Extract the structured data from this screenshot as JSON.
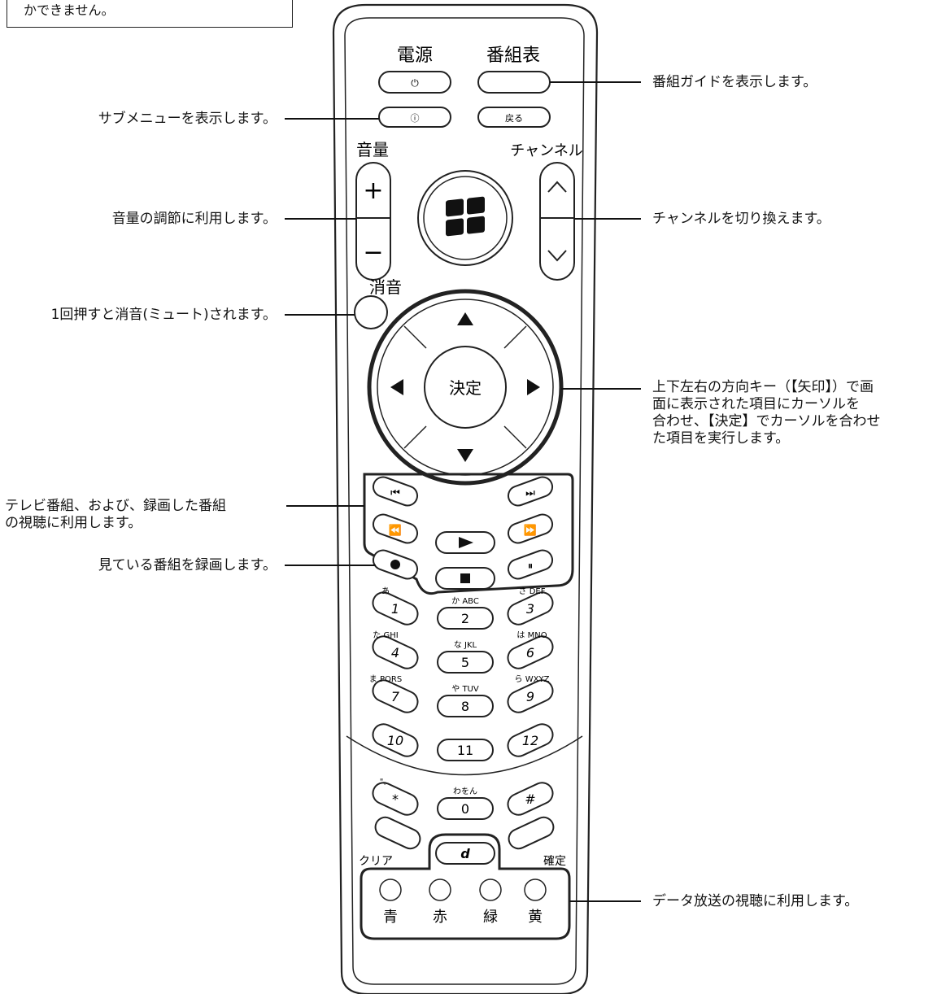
{
  "top_note": "かできません。",
  "buttons": {
    "power": "電源",
    "guide": "番組表",
    "back": "戻る",
    "volume": "音量",
    "channel": "チャンネル",
    "mute": "消音",
    "ok": "決定",
    "clear": "クリア",
    "confirm": "確定",
    "blue": "青",
    "red": "赤",
    "green": "緑",
    "yellow": "黄",
    "data": "d"
  },
  "keypad": [
    {
      "num": "1",
      "kana": "あ"
    },
    {
      "num": "2",
      "kana": "か ABC"
    },
    {
      "num": "3",
      "kana": "さ DEF"
    },
    {
      "num": "4",
      "kana": "た GHI"
    },
    {
      "num": "5",
      "kana": "な JKL"
    },
    {
      "num": "6",
      "kana": "は MNO"
    },
    {
      "num": "7",
      "kana": "ま PQRS"
    },
    {
      "num": "8",
      "kana": "や TUV"
    },
    {
      "num": "9",
      "kana": "ら WXYZ"
    },
    {
      "num": "10",
      "kana": ""
    },
    {
      "num": "11",
      "kana": ""
    },
    {
      "num": "12",
      "kana": ""
    },
    {
      "num": "*",
      "kana": "\"。"
    },
    {
      "num": "0",
      "kana": "わをん"
    },
    {
      "num": "#",
      "kana": ""
    }
  ],
  "annotations": {
    "guide": "番組ガイドを表示します。",
    "submenu": "サブメニューを表示します。",
    "volume": "音量の調節に利用します。",
    "channel": "チャンネルを切り換えます。",
    "mute": "1回押すと消音(ミュート)されます。",
    "cursor": [
      "上下左右の方向キー（【矢印】）で画",
      "面に表示された項目にカーソルを",
      "合わせ、【決定】でカーソルを合わせ",
      "た項目を実行します。"
    ],
    "playback": [
      "テレビ番組、および、録画した番組",
      "の視聴に利用します。"
    ],
    "record": "見ている番組を録画します。",
    "data": "データ放送の視聴に利用します。"
  }
}
